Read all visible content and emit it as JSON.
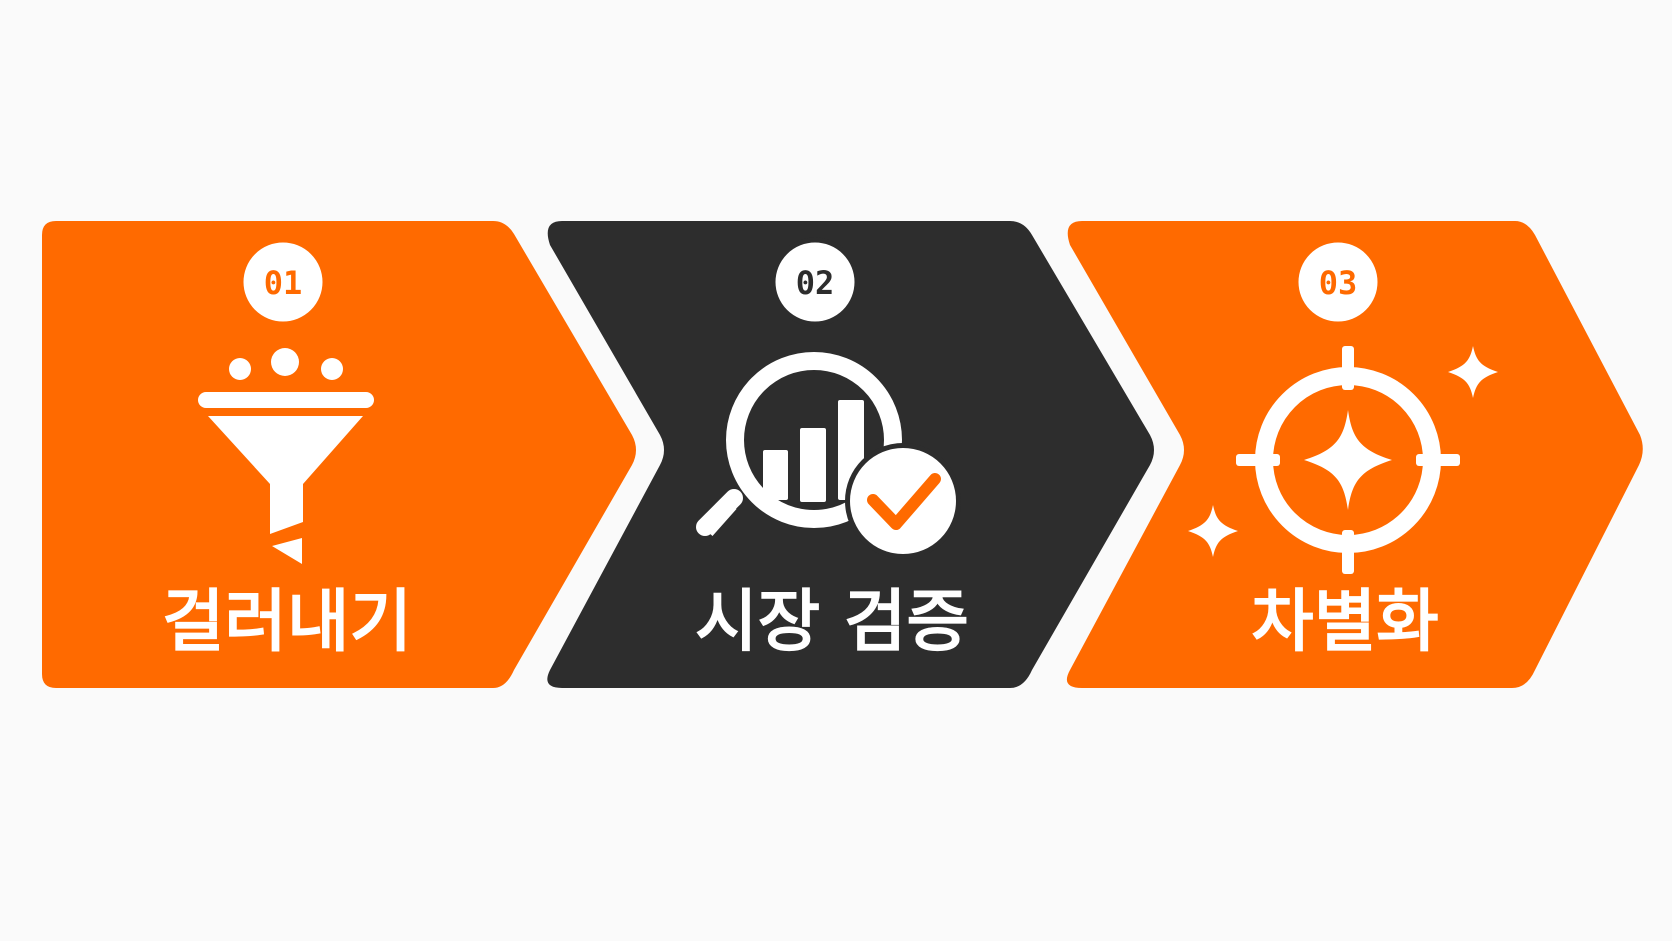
{
  "steps": [
    {
      "number": "01",
      "label": "걸러내기",
      "icon": "funnel-icon",
      "color": "#ff6a00"
    },
    {
      "number": "02",
      "label": "시장 검증",
      "icon": "magnifier-chart-check-icon",
      "color": "#2d2d2d"
    },
    {
      "number": "03",
      "label": "차별화",
      "icon": "target-sparkle-icon",
      "color": "#ff6a00"
    }
  ],
  "colors": {
    "background": "#fafafa",
    "accent": "#ff6a00",
    "dark": "#2d2d2d",
    "text": "#ffffff"
  }
}
